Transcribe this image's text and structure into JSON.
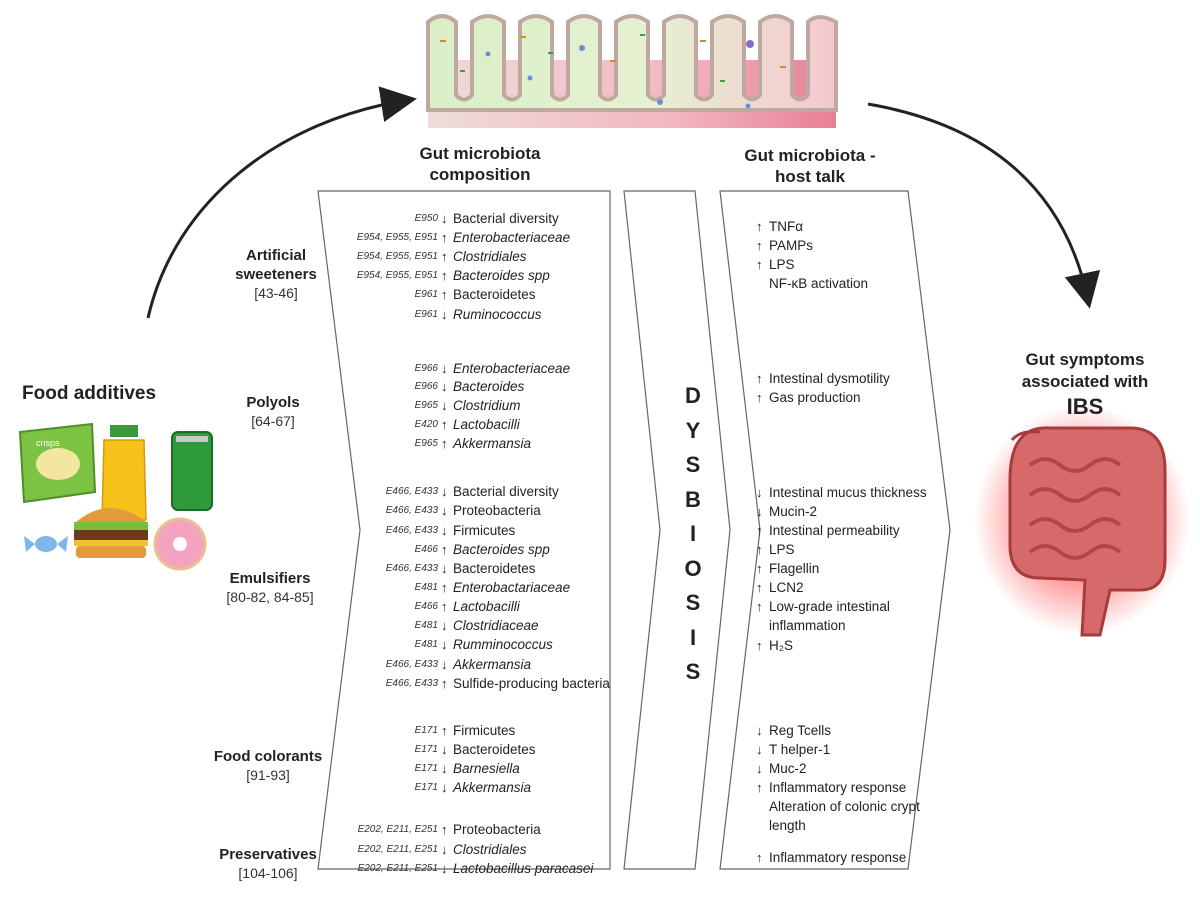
{
  "headers": {
    "composition": [
      "Gut microbiota",
      "composition"
    ],
    "host_talk": [
      "Gut microbiota -",
      "host talk"
    ]
  },
  "left": {
    "title": "Food additives"
  },
  "right": {
    "title_lines": [
      "Gut symptoms",
      "associated with"
    ],
    "title_big": "IBS"
  },
  "dysbiosis_letters": [
    "D",
    "Y",
    "S",
    "B",
    "I",
    "O",
    "S",
    "I",
    "S"
  ],
  "categories": [
    {
      "name_lines": [
        "Artificial",
        "sweeteners"
      ],
      "ref": "[43-46]"
    },
    {
      "name_lines": [
        "Polyols"
      ],
      "ref": "[64-67]"
    },
    {
      "name_lines": [
        "Emulsifiers"
      ],
      "ref": "[80-82, 84-85]"
    },
    {
      "name_lines": [
        "Food colorants"
      ],
      "ref": "[91-93]"
    },
    {
      "name_lines": [
        "Preservatives"
      ],
      "ref": "[104-106]"
    }
  ],
  "composition_rows": [
    {
      "code": "E950",
      "dir": "down",
      "text": "Bacterial diversity",
      "italic": false
    },
    {
      "code": "E954, E955, E951",
      "dir": "up",
      "text": "Enterobacteriaceae",
      "italic": true
    },
    {
      "code": "E954, E955, E951",
      "dir": "up",
      "text": "Clostridiales",
      "italic": true
    },
    {
      "code": "E954, E955, E951",
      "dir": "up",
      "text": "Bacteroides spp",
      "italic": true
    },
    {
      "code": "E961",
      "dir": "up",
      "text": "Bacteroidetes",
      "italic": false
    },
    {
      "code": "E961",
      "dir": "down",
      "text": "Ruminococcus",
      "italic": true
    },
    {
      "code": "E966",
      "dir": "down",
      "text": "Enterobacteriaceae",
      "italic": true
    },
    {
      "code": "E966",
      "dir": "down",
      "text": "Bacteroides",
      "italic": true
    },
    {
      "code": "E965",
      "dir": "down",
      "text": "Clostridium",
      "italic": true
    },
    {
      "code": "E420",
      "dir": "up",
      "text": "Lactobacilli",
      "italic": true
    },
    {
      "code": "E965",
      "dir": "up",
      "text": "Akkermansia",
      "italic": true
    },
    {
      "code": "E466, E433",
      "dir": "down",
      "text": "Bacterial diversity",
      "italic": false
    },
    {
      "code": "E466, E433",
      "dir": "down",
      "text": "Proteobacteria",
      "italic": false
    },
    {
      "code": "E466, E433",
      "dir": "down",
      "text": "Firmicutes",
      "italic": false
    },
    {
      "code": "E466",
      "dir": "up",
      "text": "Bacteroides spp",
      "italic": true
    },
    {
      "code": "E466, E433",
      "dir": "down",
      "text": "Bacteroidetes",
      "italic": false
    },
    {
      "code": "E481",
      "dir": "up",
      "text": "Enterobactariaceae",
      "italic": true
    },
    {
      "code": "E466",
      "dir": "up",
      "text": "Lactobacilli",
      "italic": true
    },
    {
      "code": "E481",
      "dir": "down",
      "text": "Clostridiaceae",
      "italic": true
    },
    {
      "code": "E481",
      "dir": "down",
      "text": "Rumminococcus",
      "italic": true
    },
    {
      "code": "E466, E433",
      "dir": "down",
      "text": "Akkermansia",
      "italic": true
    },
    {
      "code": "E466, E433",
      "dir": "up",
      "text": "Sulfide-producing bacteria",
      "italic": false
    },
    {
      "code": "E171",
      "dir": "up",
      "text": "Firmicutes",
      "italic": false
    },
    {
      "code": "E171",
      "dir": "down",
      "text": "Bacteroidetes",
      "italic": false
    },
    {
      "code": "E171",
      "dir": "down",
      "text": "Barnesiella",
      "italic": true
    },
    {
      "code": "E171",
      "dir": "down",
      "text": "Akkermansia",
      "italic": true
    },
    {
      "code": "E202, E211, E251",
      "dir": "up",
      "text": "Proteobacteria",
      "italic": false
    },
    {
      "code": "E202, E211, E251",
      "dir": "down",
      "text": "Clostridiales",
      "italic": true
    },
    {
      "code": "E202, E211, E251",
      "dir": "down",
      "text": "Lactobacillus paracasei",
      "italic": true
    }
  ],
  "host_rows": [
    {
      "dir": "up",
      "text": "TNFα"
    },
    {
      "dir": "up",
      "text": "PAMPs"
    },
    {
      "dir": "up",
      "text": "LPS"
    },
    {
      "dir": "",
      "text": "NF-κB activation"
    },
    {
      "dir": "up",
      "text": "Intestinal dysmotility"
    },
    {
      "dir": "up",
      "text": "Gas production"
    },
    {
      "dir": "down",
      "text": "Intestinal mucus thickness"
    },
    {
      "dir": "down",
      "text": "Mucin-2"
    },
    {
      "dir": "up",
      "text": "Intestinal permeability"
    },
    {
      "dir": "up",
      "text": "LPS"
    },
    {
      "dir": "up",
      "text": "Flagellin"
    },
    {
      "dir": "up",
      "text": "LCN2"
    },
    {
      "dir": "up",
      "text": "Low-grade intestinal"
    },
    {
      "dir": "",
      "text": "inflammation"
    },
    {
      "dir": "up",
      "text": "H₂S"
    },
    {
      "dir": "down",
      "text": "Reg Tcells"
    },
    {
      "dir": "down",
      "text": "T helper-1"
    },
    {
      "dir": "down",
      "text": "Muc-2"
    },
    {
      "dir": "up",
      "text": "Inflammatory response"
    },
    {
      "dir": "",
      "text": "Alteration of colonic crypt"
    },
    {
      "dir": "",
      "text": "length"
    },
    {
      "dir": "up",
      "text": "Inflammatory response"
    }
  ],
  "colors": {
    "arrow": "#222222",
    "panel_border": "#555555",
    "intestine_red": "#c94a4a",
    "gut_glow": "#ff4d4d"
  },
  "icons": [
    "intestinal-villi-illustration",
    "crisps-bag-icon",
    "juice-bottle-icon",
    "soda-can-icon",
    "burger-icon",
    "donut-icon",
    "candy-icon",
    "colon-intestine-illustration"
  ]
}
